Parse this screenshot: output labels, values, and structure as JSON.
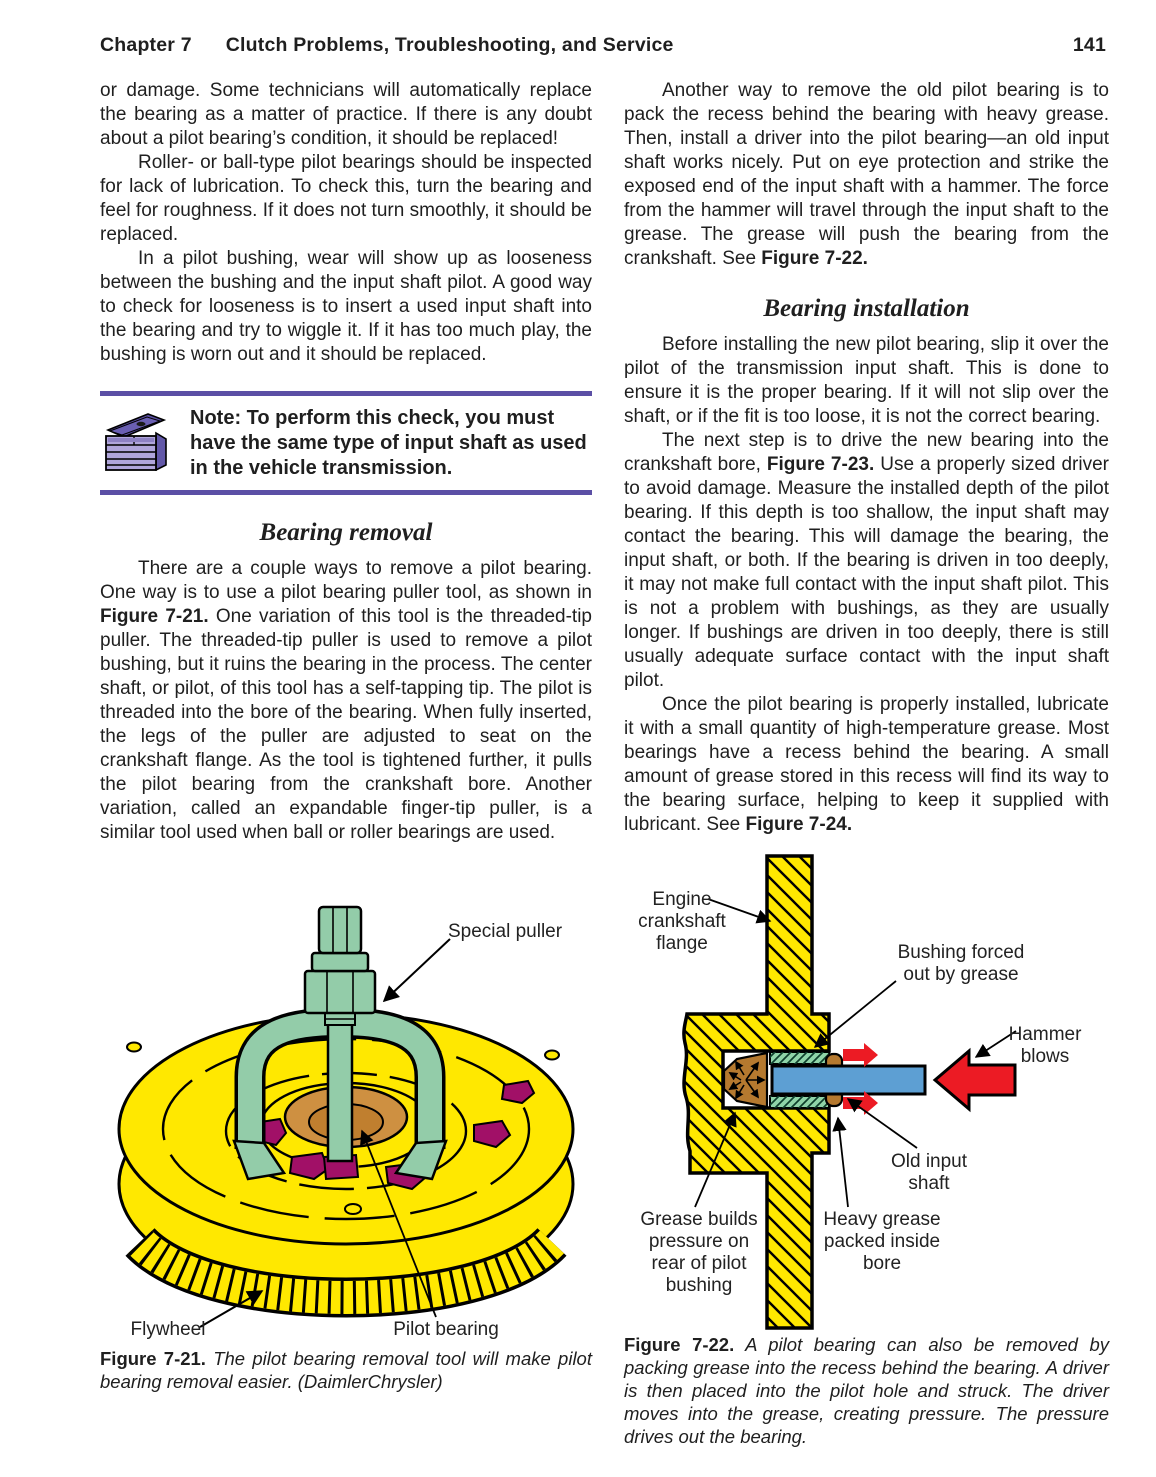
{
  "header": {
    "chapter": "Chapter 7",
    "title": "Clutch Problems, Troubleshooting, and Service",
    "page_number": "141"
  },
  "left": {
    "para1": "or damage. Some technicians will automatically replace the bearing as a matter of practice. If there is any doubt about a pilot bearing’s condition, it should be replaced!",
    "para2": "Roller- or ball-type pilot bearings should be inspected for lack of lubrication. To check this, turn the bearing and feel for roughness. If it does not turn smoothly, it should be replaced.",
    "para3": "In a pilot bushing, wear will show up as looseness between the bushing and the input shaft pilot. A good way to check for looseness is to insert a used input shaft into the bearing and try to wiggle it. If it has too much play, the bushing is worn out and it should be replaced.",
    "note_text": "Note: To perform this check, you must have the same type of input shaft as used in the vehicle transmission.",
    "heading": "Bearing removal",
    "para4": {
      "pre": "There are a couple ways to remove a pilot bearing. One way is to use a pilot bearing puller tool, as shown in ",
      "bold": "Figure 7-21.",
      "post": " One variation of this tool is the threaded-tip puller. The threaded-tip puller is used to remove a pilot bushing, but it ruins the bearing in the process. The center shaft, or pilot, of this tool has a self-tapping tip. The pilot is threaded into the bore of the bearing. When fully inserted, the legs of the puller are adjusted to seat on the crankshaft flange. As the tool is tightened further, it pulls the pilot bearing from the crankshaft bore. Another variation, called an expandable finger-tip puller, is a similar tool used when ball or roller bearings are used."
    },
    "fig21": {
      "labels": {
        "special_puller": "Special puller",
        "flywheel": "Flywheel",
        "pilot_bearing": "Pilot bearing"
      },
      "caption_lead": "Figure 7-21.",
      "caption_text": " The pilot bearing removal tool will make pilot bearing removal easier. (DaimlerChrysler)"
    }
  },
  "right": {
    "para1": {
      "pre": "Another way to remove the old pilot bearing is to pack the recess behind the bearing with heavy grease. Then, install a driver into the pilot bearing—an old input shaft works nicely. Put on eye protection and strike the exposed end of the input shaft with a hammer. The force from the hammer will travel through the input shaft to the grease. The grease will push the bearing from the crankshaft. See ",
      "bold": "Figure 7-22."
    },
    "heading": "Bearing installation",
    "para2": "Before installing the new pilot bearing, slip it over the pilot of the transmission input shaft. This is done to ensure it is the proper bearing. If it will not slip over the shaft, or if the fit is too loose, it is not the correct bearing.",
    "para3": {
      "pre": "The next step is to drive the new bearing into the crankshaft bore, ",
      "bold": "Figure 7-23.",
      "post": " Use a properly sized driver to avoid damage. Measure the installed depth of the pilot bearing. If this depth is too shallow, the input shaft may contact the bearing. This will damage the bearing, the input shaft, or both. If the bearing is driven in too deeply, it may not make full contact with the input shaft pilot. This is not a problem with bushings, as they are usually longer. If bushings are driven in too deeply, there is still usually adequate surface contact with the input shaft pilot."
    },
    "para4": {
      "pre": "Once the pilot bearing is properly installed, lubricate it with a small quantity of high-temperature grease. Most bearings have a recess behind the bearing. A small amount of grease stored in this recess will find its way to the bearing surface, helping to keep it supplied with lubricant. See ",
      "bold": "Figure 7-24."
    },
    "fig22": {
      "labels": {
        "engine_flange": "Engine crankshaft flange",
        "bushing_forced": "Bushing forced out by grease",
        "hammer_blows": "Hammer blows",
        "old_input_shaft": "Old input shaft",
        "grease_builds": "Grease builds pressure on rear of pilot bushing",
        "heavy_grease": "Heavy grease packed inside bore"
      },
      "caption_lead": "Figure 7-22.",
      "caption_text": " A pilot bearing can also be removed by packing grease into the recess behind the bearing. A driver is then placed into the pilot hole and struck. The driver moves into the grease, creating pressure. The pressure drives out the bearing."
    }
  },
  "colors": {
    "note_purple": "#5B4FA5",
    "flywheel_yellow": "#FFE800",
    "puller_green": "#93CCA9",
    "bolt_magenta": "#A11067",
    "bearing_orange": "#CE9041",
    "shaft_blue": "#5D9FD3",
    "arrow_red": "#EC1B24",
    "bushing_green": "#8FD4A8",
    "grease_brown": "#B5792F"
  }
}
